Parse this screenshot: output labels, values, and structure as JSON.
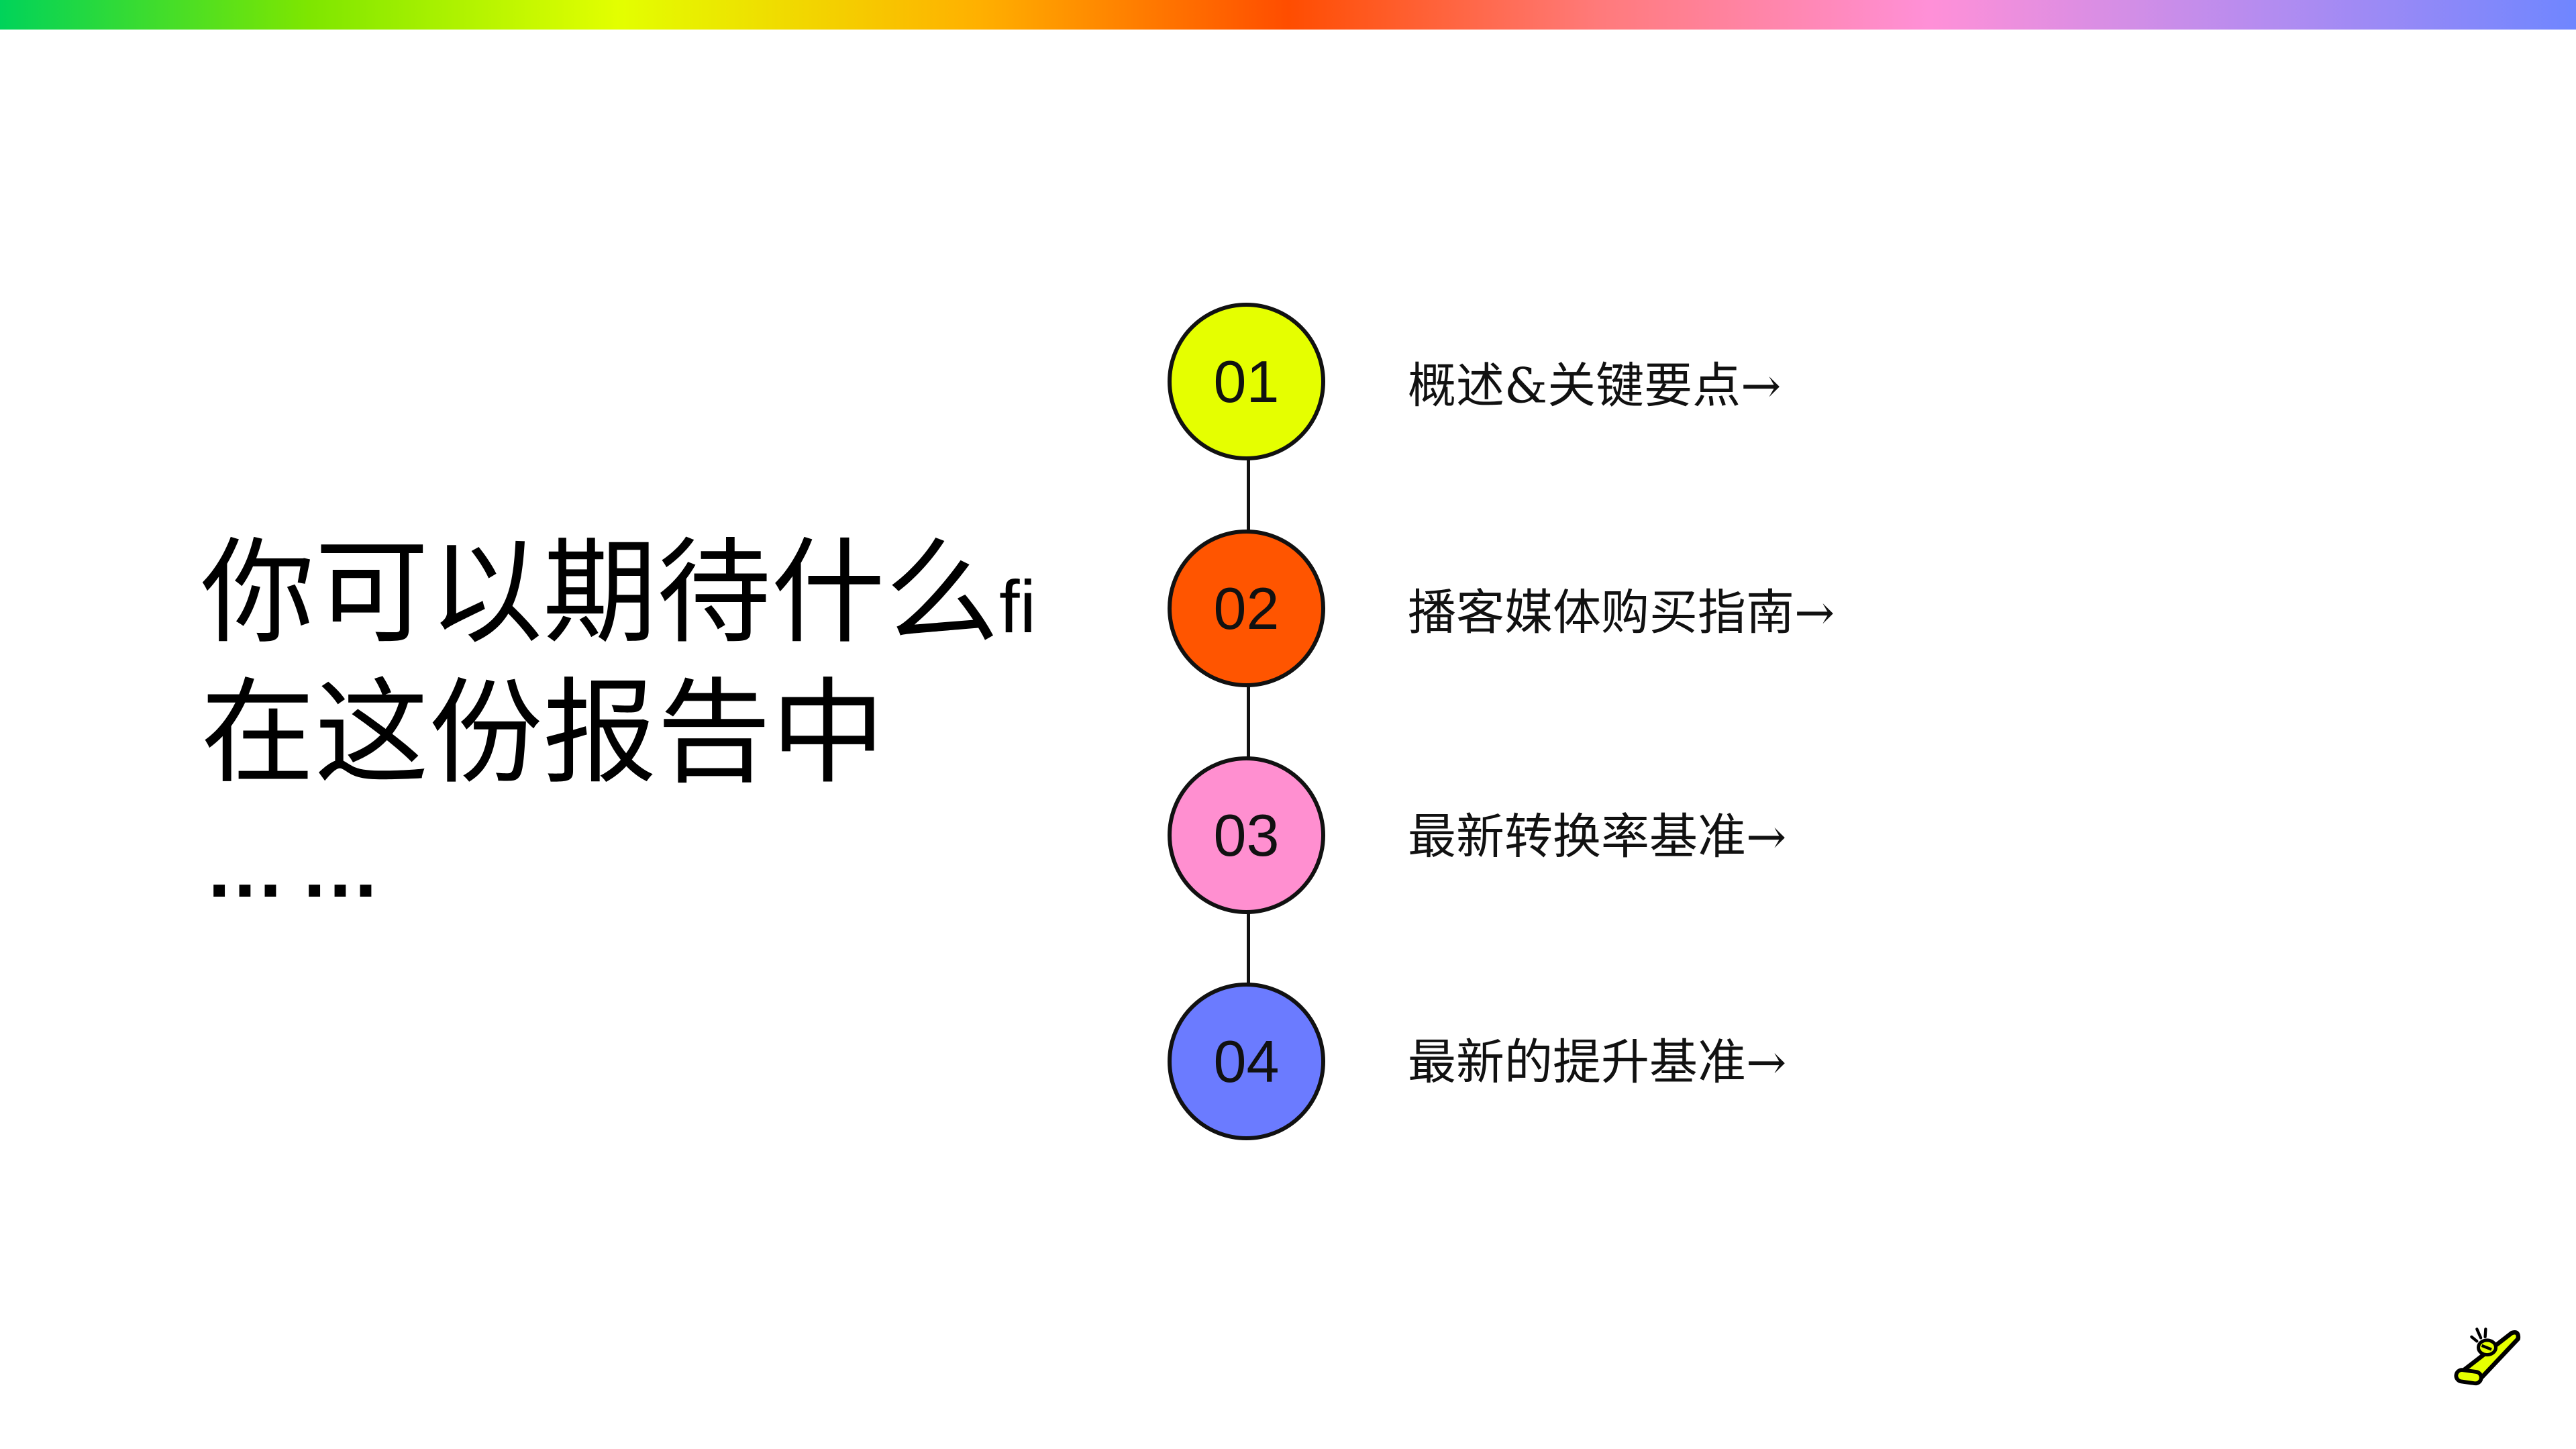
{
  "title": {
    "line1": "你可以期待什么",
    "ligature": "fi",
    "line2": "在这份报告中",
    "ellipsis": "……"
  },
  "steps": [
    {
      "number": "01",
      "label": "概述&关键要点→",
      "color": "#e5ff00"
    },
    {
      "number": "02",
      "label": "播客媒体购买指南→",
      "color": "#ff5500"
    },
    {
      "number": "03",
      "label": "最新转换率基准→",
      "color": "#ff8fd0"
    },
    {
      "number": "04",
      "label": "最新的提升基准→",
      "color": "#6b7bff"
    }
  ],
  "logo": {
    "icon": "kazoo-icon",
    "color": "#e5ff00"
  }
}
